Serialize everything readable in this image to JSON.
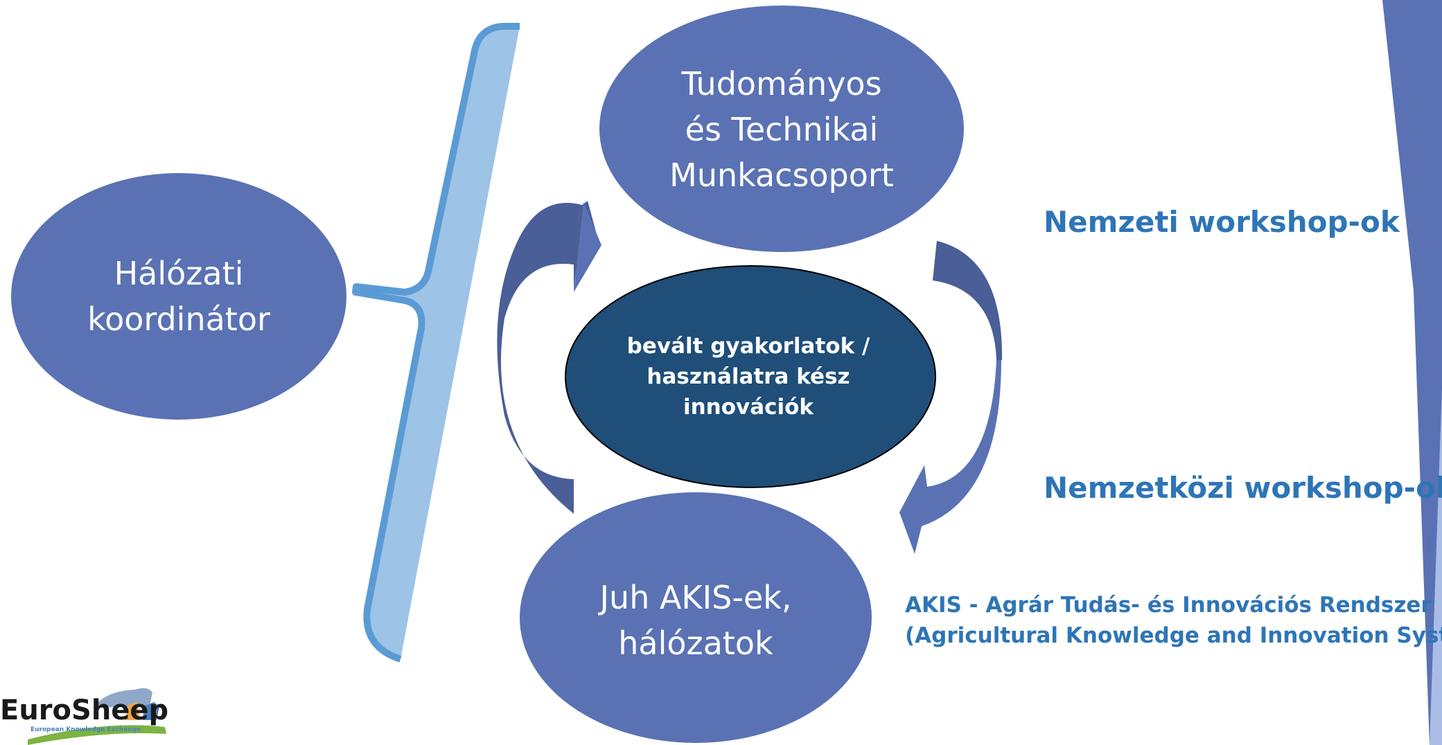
{
  "nodes": {
    "coordinator": "Hálózati\nkoordinátor",
    "tech_group": "Tudományos\nés Technikai\nMunkacsoport",
    "center": "bevált gyakorlatok /\nhasználatra kész\ninnovációk",
    "akis_networks": "Juh AKIS-ek,\nhálózatok"
  },
  "labels": {
    "national_workshops": "Nemzeti workshop-ok",
    "international_workshops": "Nemzetközi workshop-ok",
    "akis_line1": "AKIS - Agrár Tudás- és Innovációs Rendszer",
    "akis_line2": "(Agricultural Knowledge and Innovation Systems)"
  },
  "logo": {
    "name": "EuroSheep",
    "tagline": "European Knowledge Exchange"
  },
  "colors": {
    "ellipse": "#5A72B4",
    "center_ellipse": "#1F4E79",
    "arrow": "#5A72B4",
    "arrow_dark": "#4A5E98",
    "bracket_fill": "#9DC3E6",
    "bracket_edge": "#5B9BD5",
    "label_blue": "#2E75B6"
  }
}
